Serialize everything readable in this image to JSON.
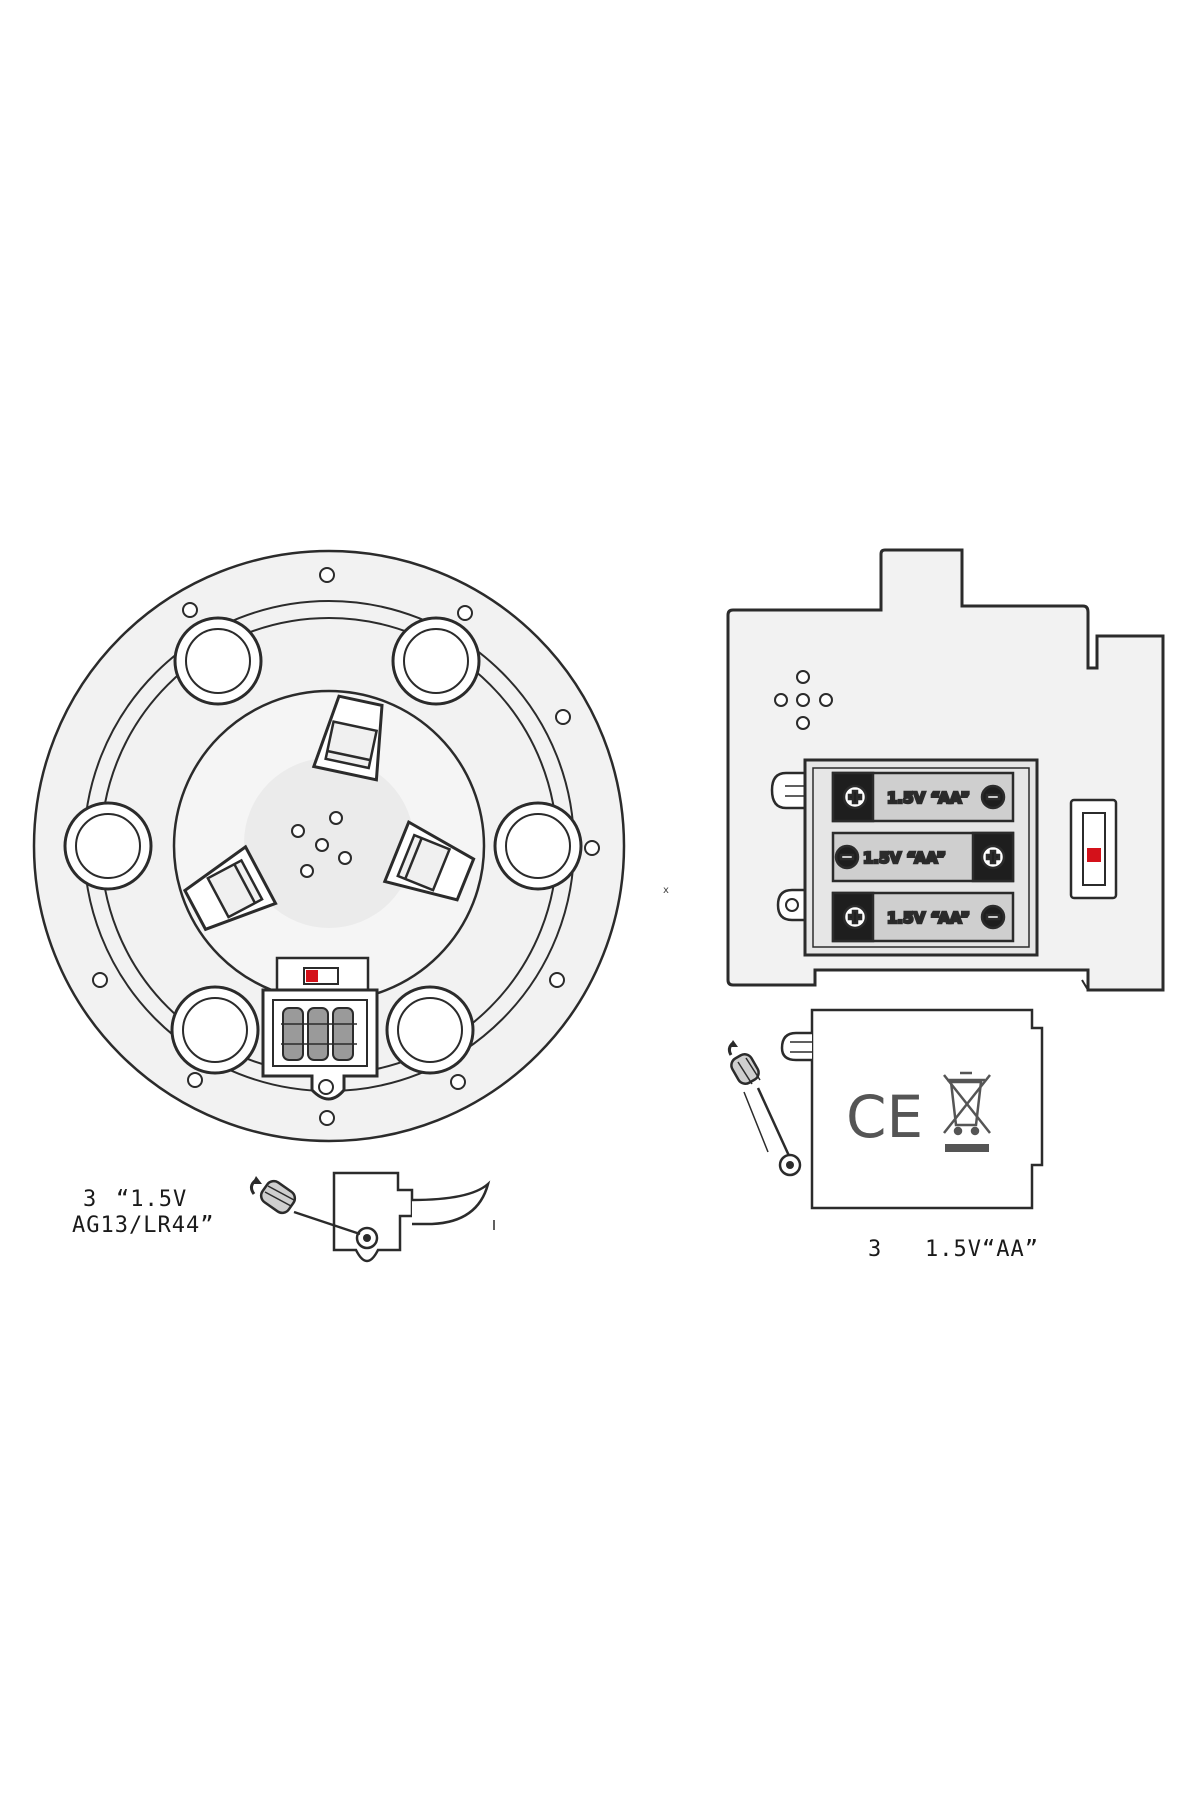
{
  "round_unit": {
    "battery_count": "3",
    "battery_voltage": "“1.5V",
    "battery_model": "AG13/LR44”"
  },
  "box_unit": {
    "battery_caption": "3   1.5V“AA”",
    "battery_slots": [
      {
        "label": "1.5V  “AA”",
        "orientation": "plus-left"
      },
      {
        "label": "1.5V  “AA”",
        "orientation": "minus-left"
      },
      {
        "label": "1.5V  “AA”",
        "orientation": "plus-left"
      }
    ],
    "cover_mark": "CE",
    "stray_mark": "x"
  },
  "colors": {
    "line": "#2b2b2b",
    "panel_fill": "#f2f2f2",
    "switch_red": "#d4111a",
    "battery_fill": "#cfcfcf",
    "terminal_fill": "#1e1e1e"
  }
}
